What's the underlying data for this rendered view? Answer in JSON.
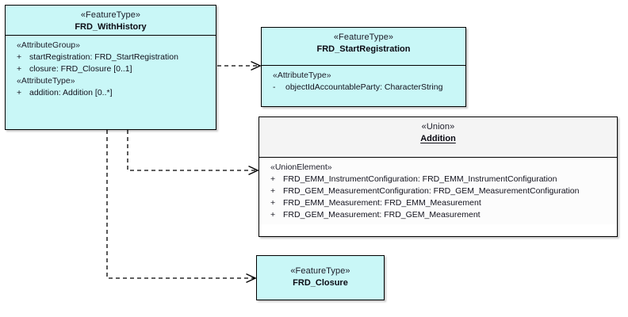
{
  "diagram": {
    "type": "uml-class-diagram",
    "colors": {
      "feature_type_fill": "#c9f7f7",
      "union_fill": "#fcfcfc",
      "union_header_fill": "#f4f4f4",
      "border": "#000000",
      "connector": "#000000",
      "background": "#ffffff"
    },
    "classes": [
      {
        "id": "frd-withhistory",
        "stereotype": "«FeatureType»",
        "name": "FRD_WithHistory",
        "underlined": false,
        "compartments": [
          {
            "group_stereotype": "«AttributeGroup»",
            "attributes": [
              {
                "visibility": "+",
                "text": "startRegistration: FRD_StartRegistration"
              },
              {
                "visibility": "+",
                "text": "closure: FRD_Closure [0..1]"
              }
            ]
          },
          {
            "group_stereotype": "«AttributeType»",
            "attributes": [
              {
                "visibility": "+",
                "text": "addition: Addition [0..*]"
              }
            ]
          }
        ]
      },
      {
        "id": "frd-startregistration",
        "stereotype": "«FeatureType»",
        "name": "FRD_StartRegistration",
        "underlined": false,
        "compartments": [
          {
            "group_stereotype": "«AttributeType»",
            "attributes": [
              {
                "visibility": "-",
                "text": "objectIdAccountableParty: CharacterString"
              }
            ]
          }
        ]
      },
      {
        "id": "addition",
        "stereotype": "«Union»",
        "name": "Addition",
        "underlined": true,
        "compartments": [
          {
            "group_stereotype": "«UnionElement»",
            "attributes": [
              {
                "visibility": "+",
                "text": "FRD_EMM_InstrumentConfiguration: FRD_EMM_InstrumentConfiguration"
              },
              {
                "visibility": "+",
                "text": "FRD_GEM_MeasurementConfiguration: FRD_GEM_MeasurementConfiguration"
              },
              {
                "visibility": "+",
                "text": "FRD_EMM_Measurement: FRD_EMM_Measurement"
              },
              {
                "visibility": "+",
                "text": "FRD_GEM_Measurement: FRD_GEM_Measurement"
              }
            ]
          }
        ]
      },
      {
        "id": "frd-closure",
        "stereotype": "«FeatureType»",
        "name": "FRD_Closure",
        "underlined": false,
        "compartments": []
      }
    ],
    "connectors": [
      {
        "id": "withhistory-to-startregistration",
        "kind": "dependency-dashed-open-arrow",
        "from": "frd-withhistory",
        "to": "frd-startregistration"
      },
      {
        "id": "withhistory-to-addition",
        "kind": "dependency-dashed-open-arrow",
        "from": "frd-withhistory",
        "to": "addition"
      },
      {
        "id": "withhistory-to-closure",
        "kind": "dependency-dashed-open-arrow",
        "from": "frd-withhistory",
        "to": "frd-closure"
      }
    ]
  }
}
